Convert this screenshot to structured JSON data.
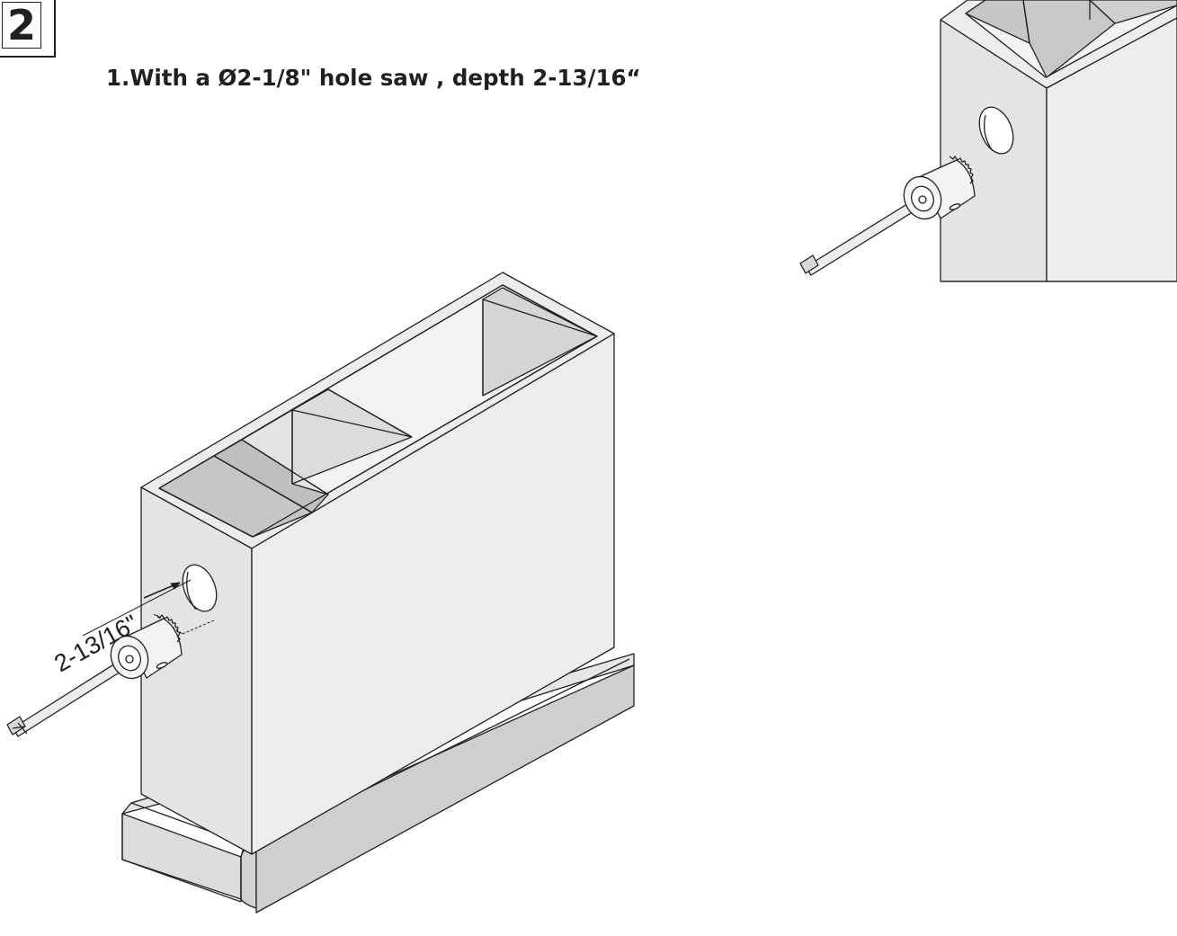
{
  "step": {
    "number": "2"
  },
  "instruction": {
    "text": "1.With a Ø2-1/8\" hole saw , depth 2-13/16“"
  },
  "dimension": {
    "depth_label": "2-13/16\""
  },
  "colors": {
    "line": "#231f20",
    "face_light": "#ececed",
    "face_mid": "#e2e2e3",
    "face_dark": "#c8c8c9",
    "base": "#dadadb"
  }
}
